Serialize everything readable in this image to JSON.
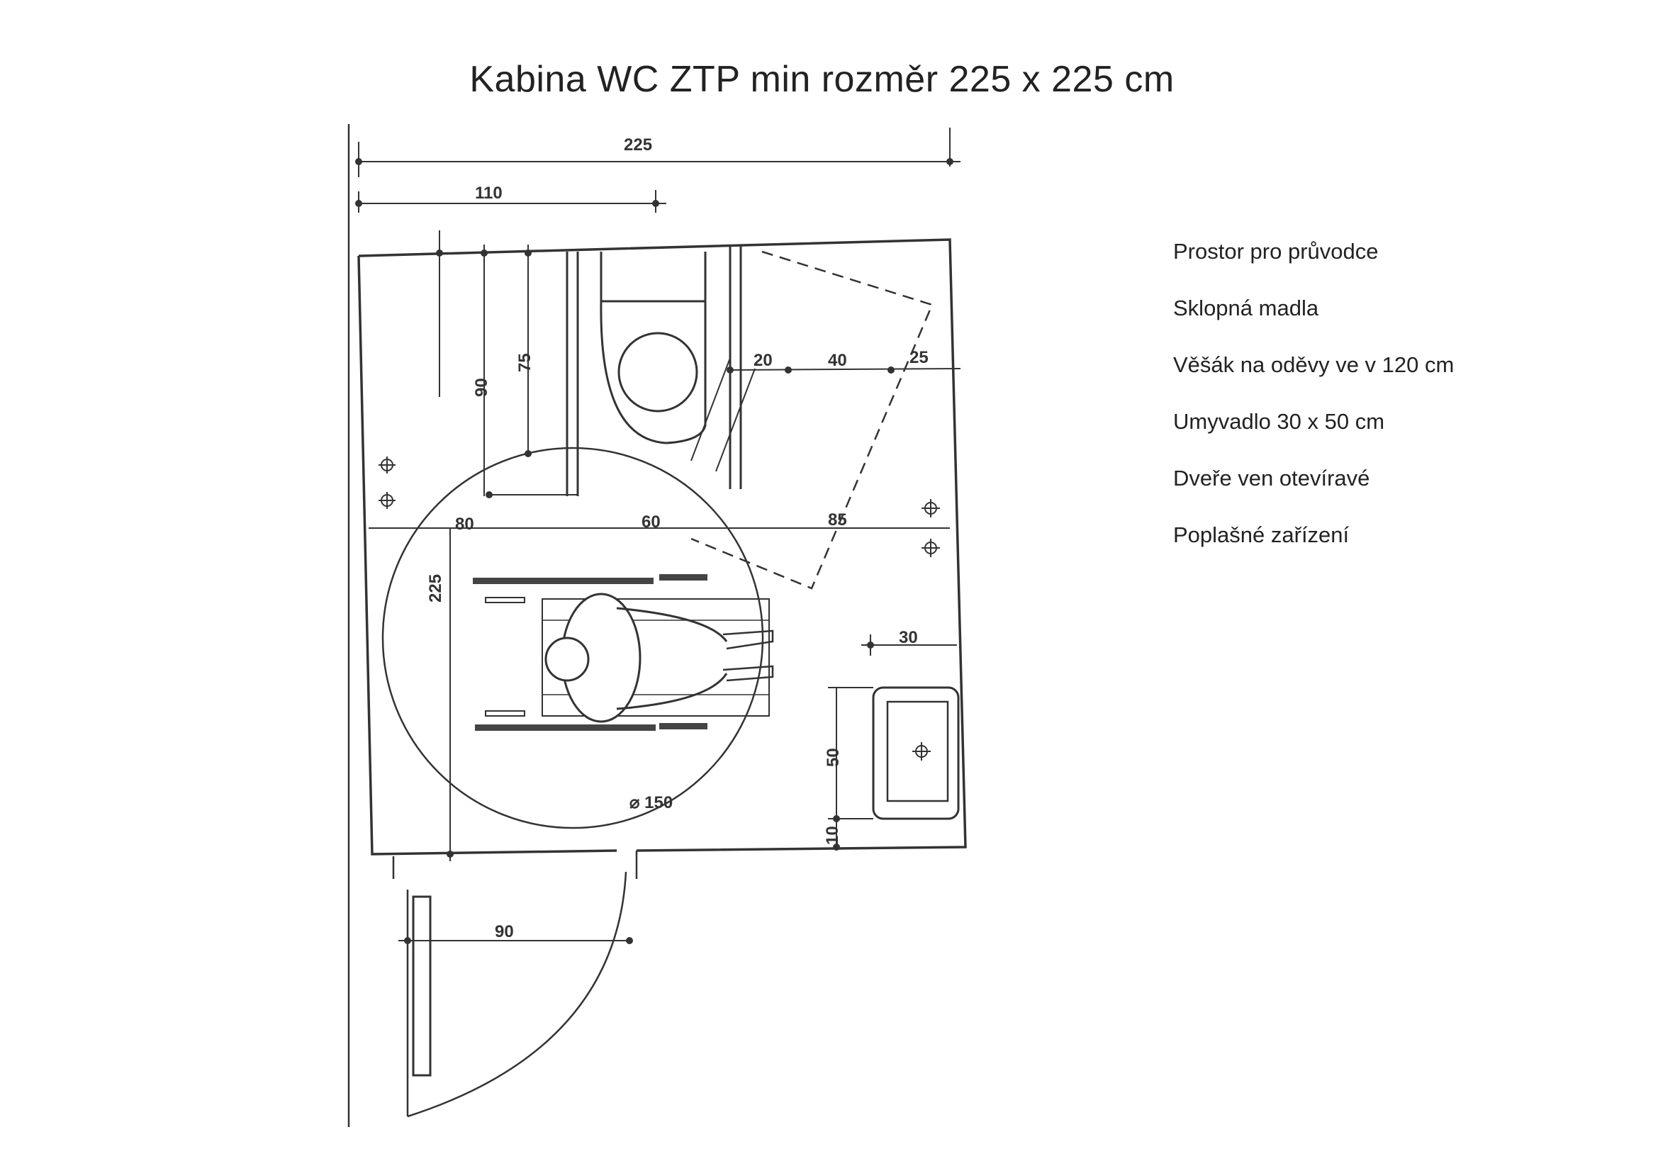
{
  "title": "Kabina  WC  ZTP min rozměr  225 x 225  cm",
  "legend": [
    "Prostor pro průvodce",
    "Sklopná madla",
    "Věšák na oděvy ve v 120 cm",
    "Umyvadlo 30 x 50 cm",
    "Dveře ven otevíravé",
    "Poplašné zařízení"
  ],
  "dimensions": {
    "overall_width": "225",
    "toilet_axis": "110",
    "depth_90": "90",
    "depth_75": "75",
    "gap_20": "20",
    "gap_40": "40",
    "gap_25": "25",
    "seg_80": "80",
    "seg_60": "60",
    "seg_85": "85",
    "overall_depth": "225",
    "sink_depth": "30",
    "sink_width": "50",
    "sink_offset": "10",
    "door_width": "90",
    "turning_circle": "⌀ 150"
  }
}
